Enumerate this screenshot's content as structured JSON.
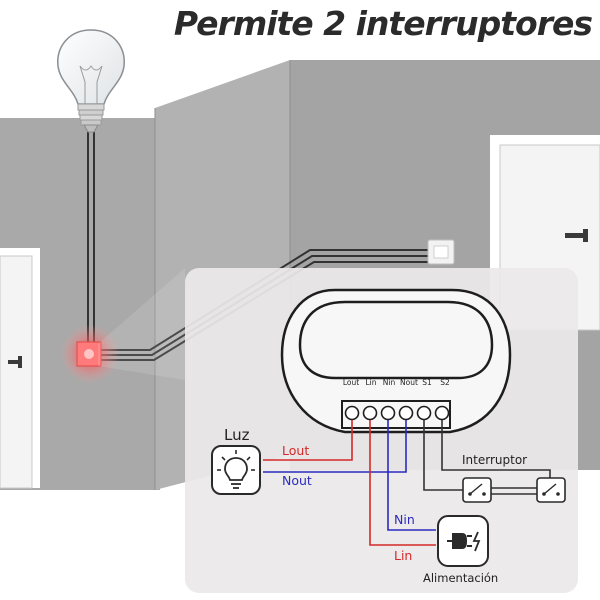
{
  "title": "Permite 2 interruptores",
  "terminals": [
    "Lout",
    "Lin",
    "Nin",
    "Nout",
    "S1",
    "S2"
  ],
  "labels": {
    "luz": "Luz",
    "lout": "Lout",
    "nout": "Nout",
    "nin": "Nin",
    "lin": "Lin",
    "interruptor": "Interruptor",
    "alimentacion": "Alimentación"
  },
  "colors": {
    "live": "#d42a2a",
    "neutral": "#2b2bc0",
    "wire": "#333333",
    "wall": "#a7a7a7",
    "panel": "#e9e6e6"
  },
  "icons": [
    "light-bulb-icon",
    "lamp-icon",
    "plug-icon",
    "switch-icon"
  ]
}
